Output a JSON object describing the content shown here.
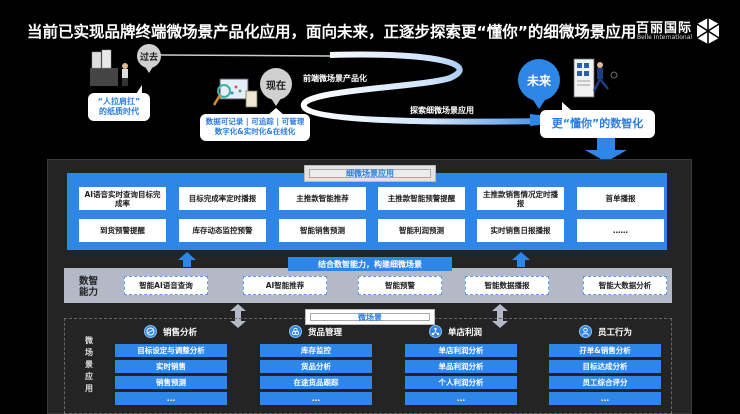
{
  "title": "当前已实现品牌终端微场景产品化应用，面向未来，正逐步探索更“懂你”的细微场景应用",
  "logo": {
    "cn": "百丽国际",
    "en": "Belle International"
  },
  "timeline": {
    "past": {
      "pin": "过去",
      "bubble_line1": "“人拉肩扛”",
      "bubble_line2": "的纸质时代"
    },
    "now": {
      "pin": "现在",
      "bubble_line1": "数据可记录 | 可追踪 | 可管理",
      "bubble_line2": "数字化&实时化&在线化"
    },
    "future": {
      "pin": "未来",
      "bubble": "更“懂你”的数智化"
    },
    "road_labels": [
      "前端微场景产品化",
      "探索细微场景应用"
    ]
  },
  "apps_section": {
    "tab": "细微场景应用",
    "row1": [
      "AI语音实时查询目标完成率",
      "目标完成率定时播报",
      "主推款智能推荐",
      "主推款智能预警提醒",
      "主推款销售情况定时播报",
      "首单播报"
    ],
    "row2": [
      "到货预警提醒",
      "库存动态监控预警",
      "智能销售预测",
      "智能利润预测",
      "实时销售日报播报",
      "……"
    ]
  },
  "banner": "结合数智能力，构建细微场景",
  "capabilities": {
    "label_line1": "数智",
    "label_line2": "能力",
    "items": [
      "智能AI语音查询",
      "AI智能推荐",
      "智能预警",
      "智能数据播报",
      "智能大数据分析"
    ]
  },
  "micro_section": {
    "tab": "微场景",
    "side_label": [
      "微",
      "场",
      "景",
      "应",
      "用"
    ],
    "columns": [
      {
        "icon": "chart-icon",
        "title": "销售分析",
        "items": [
          "目标设定与调整分析",
          "实时销售",
          "销售预测",
          "..."
        ]
      },
      {
        "icon": "goods-icon",
        "title": "货品管理",
        "items": [
          "库存监控",
          "货品分析",
          "在途货品跟踪",
          "..."
        ]
      },
      {
        "icon": "network-icon",
        "title": "单店利润",
        "items": [
          "单店利润分析",
          "单品利润分析",
          "个人利润分析",
          "..."
        ]
      },
      {
        "icon": "person-icon",
        "title": "员工行为",
        "items": [
          "孖单&销售分析",
          "目标达成分析",
          "员工综合评分",
          "..."
        ]
      }
    ]
  },
  "colors": {
    "accent": "#2e86e8",
    "panel": "#242424",
    "capability_bg": "#b3b9c6",
    "pin_gray": "#d0d0d0"
  }
}
